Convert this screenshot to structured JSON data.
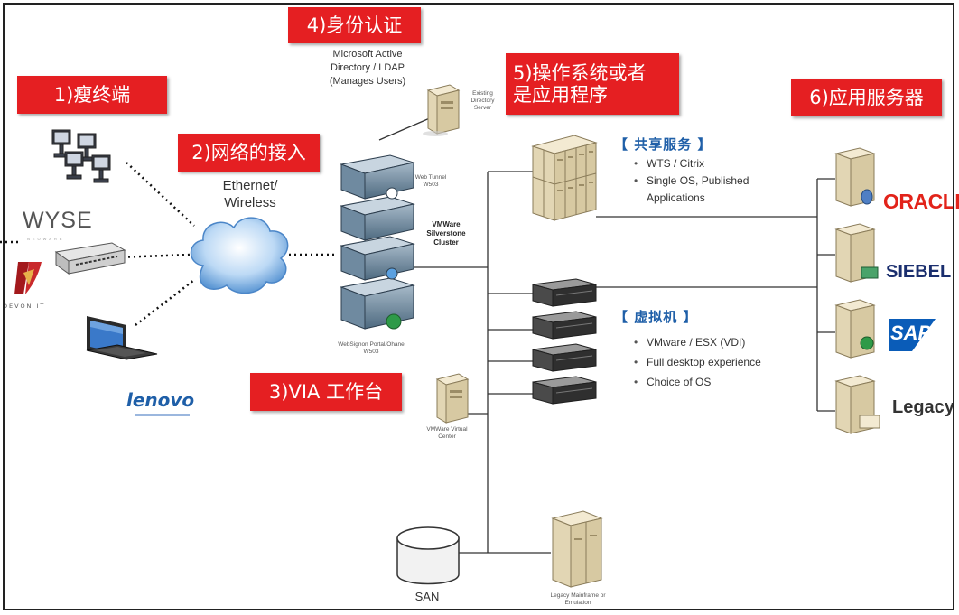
{
  "labels": {
    "thin_client": "1)瘦终端",
    "network_access": "2)网络的接入",
    "via_workstation": "3)VIA 工作台",
    "identity_auth": "4)身份认证",
    "os_or_app": "5)操作系统或者\n是应用程序",
    "app_servers": "6)应用服务器"
  },
  "text": {
    "ad_ldap": "Microsoft Active\nDirectory / LDAP\n(Manages Users)",
    "ethernet": "Ethernet/\nWireless",
    "existing_dir": "Existing\nDirectory\nServer",
    "web_tunnel": "Web Tunnel\nW503",
    "cluster": "VMWare\nSilverstone\nCluster",
    "websignon": "WebSignon Portal/Ohane\nW503",
    "vcenter": "VMWare Virtual\nCenter",
    "san": "SAN",
    "legacy_mainframe": "Legacy Mainframe or\nEmulation"
  },
  "shared_services": {
    "heading": "【 共享服务 】",
    "bullets": [
      "WTS / Citrix",
      "Single OS, Published\nApplications"
    ]
  },
  "virtual_machines": {
    "heading": "【 虚拟机 】",
    "bullets": [
      "VMware / ESX (VDI)",
      "Full desktop experience",
      "Choice of OS"
    ]
  },
  "client_brands": {
    "wyse": "WYSE",
    "neoware": "NEOWARE",
    "devon": "DEVON IT",
    "lenovo": "lenovo"
  },
  "app_brands": {
    "oracle": "ORACLE",
    "siebel": "SIEBEL",
    "sap": "SAP",
    "legacy": "Legacy"
  },
  "colors": {
    "label_red": "#e51f22",
    "heading_blue": "#1f5fa8",
    "oracle_red": "#e2231a",
    "siebel_navy": "#1a2e6e",
    "sap_blue": "#0a5cb8"
  }
}
